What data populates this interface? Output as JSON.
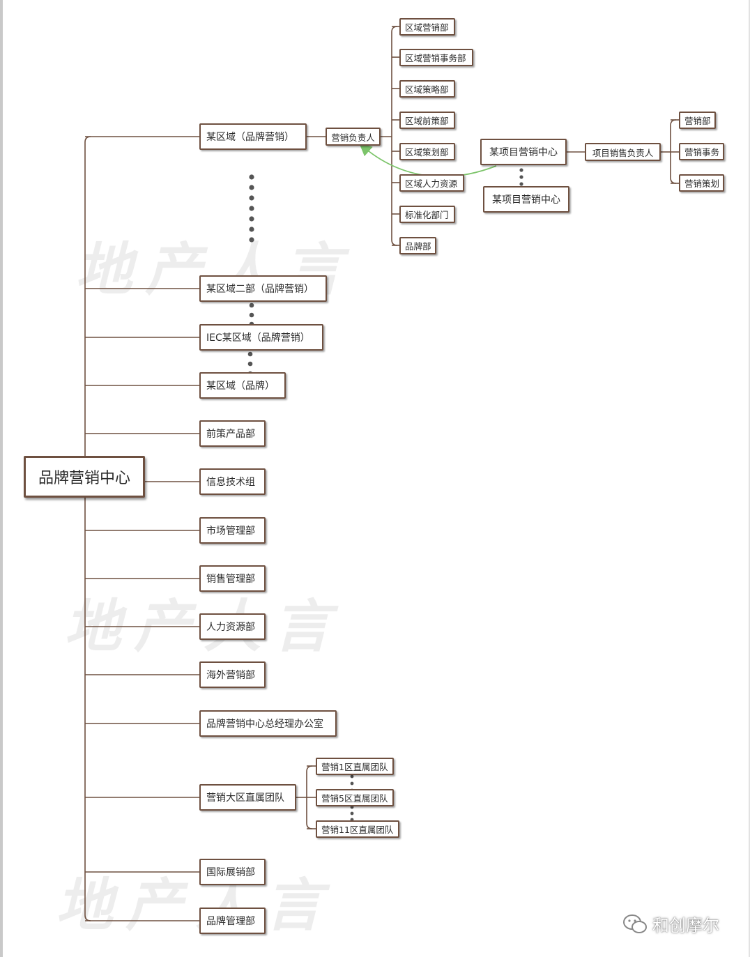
{
  "root": "品牌营销中心",
  "branches": [
    "某区域（品牌营销）",
    "某区域二部（品牌营销）",
    "IEC某区域（品牌营销）",
    "某区域（品牌）",
    "前策产品部",
    "信息技术组",
    "市场管理部",
    "销售管理部",
    "人力资源部",
    "海外营销部",
    "品牌营销中心总经理办公室",
    "营销大区直属团队",
    "国际展销部",
    "品牌管理部"
  ],
  "marketing_head": "营销负责人",
  "regional_departments": [
    "区域营销部",
    "区域营销事务部",
    "区域策略部",
    "区域前策部",
    "区域策划部",
    "区域人力资源",
    "标准化部门",
    "品牌部"
  ],
  "project_centers": [
    "某项目营销中心",
    "某项目营销中心"
  ],
  "project_sales_head": "项目销售负责人",
  "project_departments": [
    "营销部",
    "营销事务",
    "营销策划"
  ],
  "direct_teams": [
    "营销1区直属团队",
    "营销5区直属团队",
    "营销11区直属团队"
  ],
  "watermark": "地产人言",
  "brand_name": "和创摩尔",
  "colors": {
    "line": "#6e5040",
    "box_border": "#6e5040",
    "arrow": "#7cc46a",
    "dots": "#555555"
  }
}
